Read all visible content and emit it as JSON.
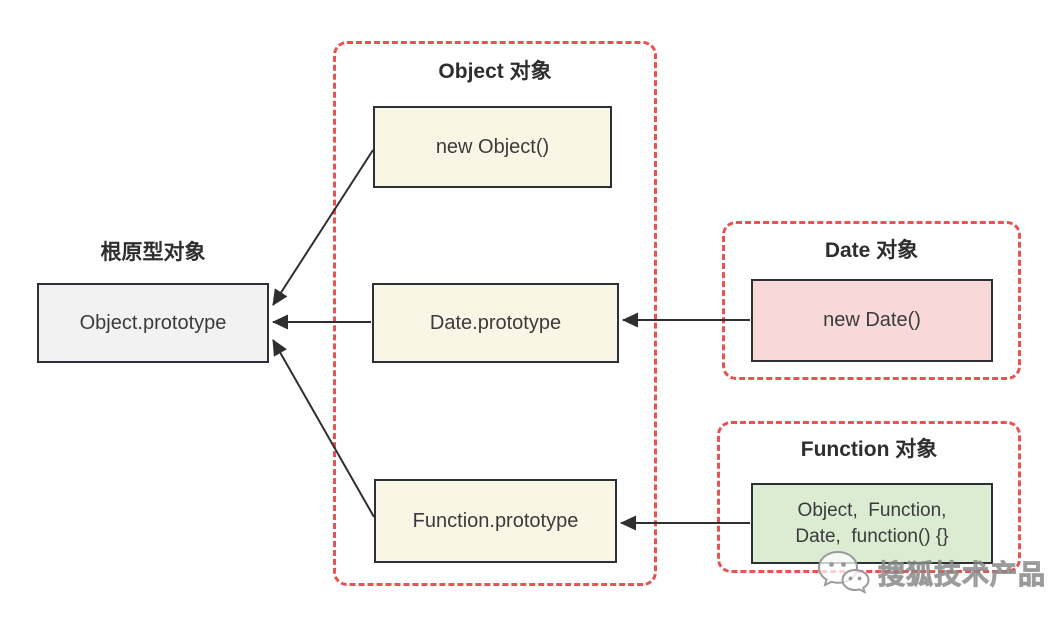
{
  "diagram": {
    "root": {
      "label": "根原型对象",
      "box_text": "Object.prototype"
    },
    "object_group": {
      "title": "Object 对象",
      "boxes": [
        "new Object()",
        "Date.prototype",
        "Function.prototype"
      ]
    },
    "date_group": {
      "title": "Date 对象",
      "box_text": "new Date()"
    },
    "function_group": {
      "title": "Function 对象",
      "box_line1": "Object,  Function,",
      "box_line2": "Date,  function() {}"
    },
    "watermark": {
      "label": "搜狐技术产品",
      "icon": "wechat-bubbles-icon"
    },
    "colors": {
      "frame_dashed_red": "#e85252",
      "node_border": "#2b3137",
      "cream_fill": "#faf6e6",
      "gray_fill": "#f2f2f2",
      "pink_fill": "#f8d8d8",
      "green_fill": "#dcecd3",
      "arrow": "#2f2f2f",
      "text": "#3b3b3b"
    }
  }
}
